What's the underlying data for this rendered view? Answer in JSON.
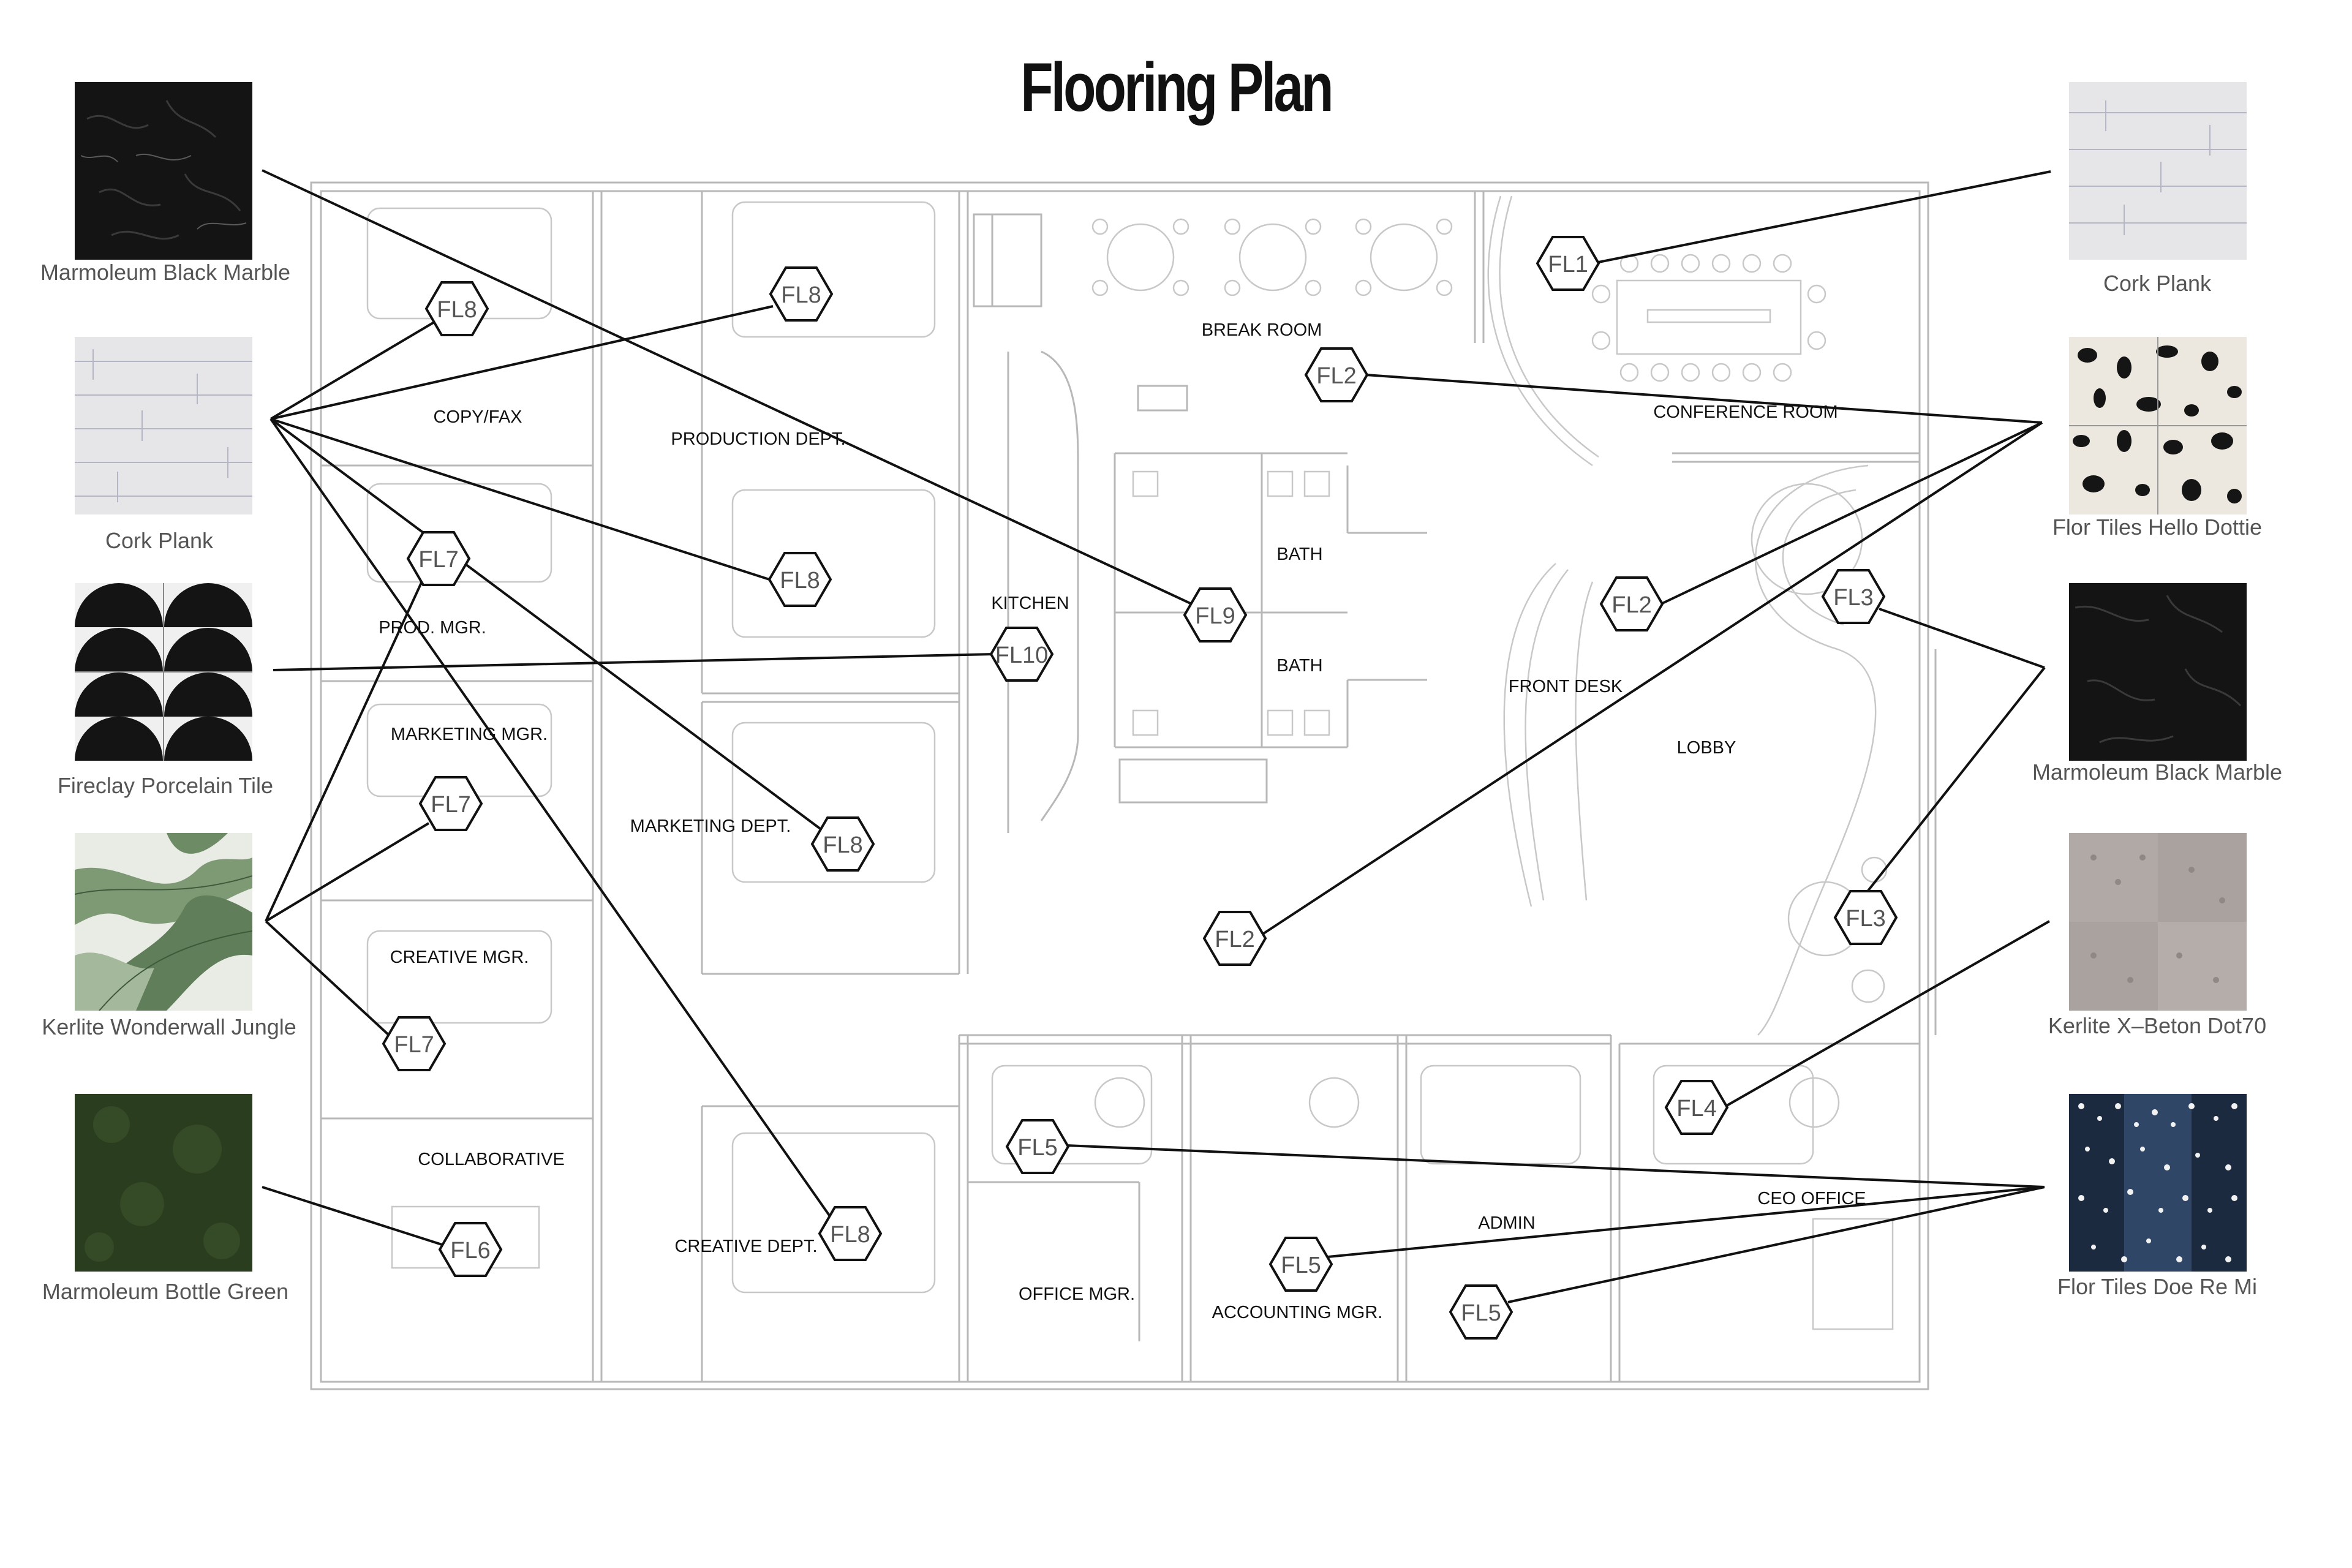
{
  "title": "Flooring Plan",
  "colors": {
    "ink": "#111111",
    "wall": "#b8b8b8",
    "furniture": "#c8c8c8",
    "leader": "#111111"
  },
  "materials": {
    "left": [
      {
        "id": "marmoleum-black-marble-left",
        "label": "Marmoleum Black Marble",
        "pattern": "black-marble"
      },
      {
        "id": "cork-plank-left",
        "label": "Cork Plank",
        "pattern": "cork"
      },
      {
        "id": "fireclay-porcelain-tile",
        "label": "Fireclay Porcelain Tile",
        "pattern": "scallop"
      },
      {
        "id": "kerlite-wonderwall-jungle",
        "label": "Kerlite Wonderwall Jungle",
        "pattern": "jungle"
      },
      {
        "id": "marmoleum-bottle-green",
        "label": "Marmoleum Bottle Green",
        "pattern": "green"
      }
    ],
    "right": [
      {
        "id": "cork-plank-right",
        "label": "Cork Plank",
        "pattern": "cork"
      },
      {
        "id": "flor-tiles-hello-dottie",
        "label": "Flor Tiles Hello Dottie",
        "pattern": "dottie"
      },
      {
        "id": "marmoleum-black-marble-right",
        "label": "Marmoleum Black Marble",
        "pattern": "black-marble"
      },
      {
        "id": "kerlite-x-beton-dot70",
        "label": "Kerlite X–Beton Dot70",
        "pattern": "beton"
      },
      {
        "id": "flor-tiles-doe-re-mi",
        "label": "Flor Tiles Doe Re Mi",
        "pattern": "doe"
      }
    ]
  },
  "rooms": [
    {
      "id": "copy-fax",
      "label": "COPY/FAX"
    },
    {
      "id": "production-dept",
      "label": "PRODUCTION DEPT."
    },
    {
      "id": "prod-mgr",
      "label": "PROD. MGR."
    },
    {
      "id": "marketing-mgr",
      "label": "MARKETING MGR."
    },
    {
      "id": "marketing-dept",
      "label": "MARKETING DEPT."
    },
    {
      "id": "creative-mgr",
      "label": "CREATIVE MGR."
    },
    {
      "id": "collaborative",
      "label": "COLLABORATIVE"
    },
    {
      "id": "creative-dept",
      "label": "CREATIVE DEPT."
    },
    {
      "id": "kitchen",
      "label": "KITCHEN"
    },
    {
      "id": "break-room",
      "label": "BREAK ROOM"
    },
    {
      "id": "bath-1",
      "label": "BATH"
    },
    {
      "id": "bath-2",
      "label": "BATH"
    },
    {
      "id": "conference-room",
      "label": "CONFERENCE ROOM"
    },
    {
      "id": "front-desk",
      "label": "FRONT DESK"
    },
    {
      "id": "lobby",
      "label": "LOBBY"
    },
    {
      "id": "office-mgr",
      "label": "OFFICE MGR."
    },
    {
      "id": "accounting-mgr",
      "label": "ACCOUNTING MGR."
    },
    {
      "id": "admin",
      "label": "ADMIN"
    },
    {
      "id": "ceo-office",
      "label": "CEO OFFICE"
    }
  ],
  "tags": [
    {
      "id": "fl1",
      "label": "FL1"
    },
    {
      "id": "fl2-a",
      "label": "FL2"
    },
    {
      "id": "fl2-b",
      "label": "FL2"
    },
    {
      "id": "fl2-c",
      "label": "FL2"
    },
    {
      "id": "fl3-a",
      "label": "FL3"
    },
    {
      "id": "fl3-b",
      "label": "FL3"
    },
    {
      "id": "fl4",
      "label": "FL4"
    },
    {
      "id": "fl5-a",
      "label": "FL5"
    },
    {
      "id": "fl5-b",
      "label": "FL5"
    },
    {
      "id": "fl5-c",
      "label": "FL5"
    },
    {
      "id": "fl6",
      "label": "FL6"
    },
    {
      "id": "fl7-a",
      "label": "FL7"
    },
    {
      "id": "fl7-b",
      "label": "FL7"
    },
    {
      "id": "fl7-c",
      "label": "FL7"
    },
    {
      "id": "fl8-a",
      "label": "FL8"
    },
    {
      "id": "fl8-b",
      "label": "FL8"
    },
    {
      "id": "fl8-c",
      "label": "FL8"
    },
    {
      "id": "fl8-d",
      "label": "FL8"
    },
    {
      "id": "fl8-e",
      "label": "FL8"
    },
    {
      "id": "fl9",
      "label": "FL9"
    },
    {
      "id": "fl10",
      "label": "FL10"
    }
  ]
}
